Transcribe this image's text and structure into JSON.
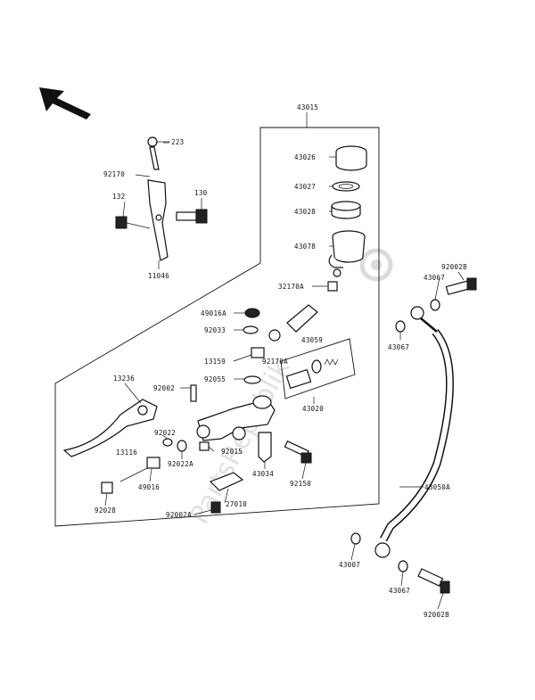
{
  "watermark": "PartsRepublik",
  "labels": {
    "l43015": "43015",
    "l223": "223",
    "l92170": "92170",
    "l130": "130",
    "l132": "132",
    "l11046": "11046",
    "l43026": "43026",
    "l43027": "43027",
    "l43028": "43028",
    "l43078": "43078",
    "l32170A": "32170A",
    "l49016A": "49016A",
    "l92033": "92033",
    "l43059": "43059",
    "l13159": "13159",
    "l92170A": "92170A",
    "l92055": "92055",
    "l43020": "43020",
    "l13236": "13236",
    "l92002": "92002",
    "l92022": "92022",
    "l92022A": "92022A",
    "l92015": "92015",
    "l13116": "13116",
    "l49016": "49016",
    "l43034": "43034",
    "l92150": "92150",
    "l27010": "27010",
    "l92028": "92028",
    "l92002A": "92002A",
    "l92002B_top": "92002B",
    "l43067_top": "43067",
    "l43067_mid": "43067",
    "l43050A": "43050A",
    "l43007": "43007",
    "l43067_bot": "43067",
    "l92002B_bot": "92002B"
  }
}
